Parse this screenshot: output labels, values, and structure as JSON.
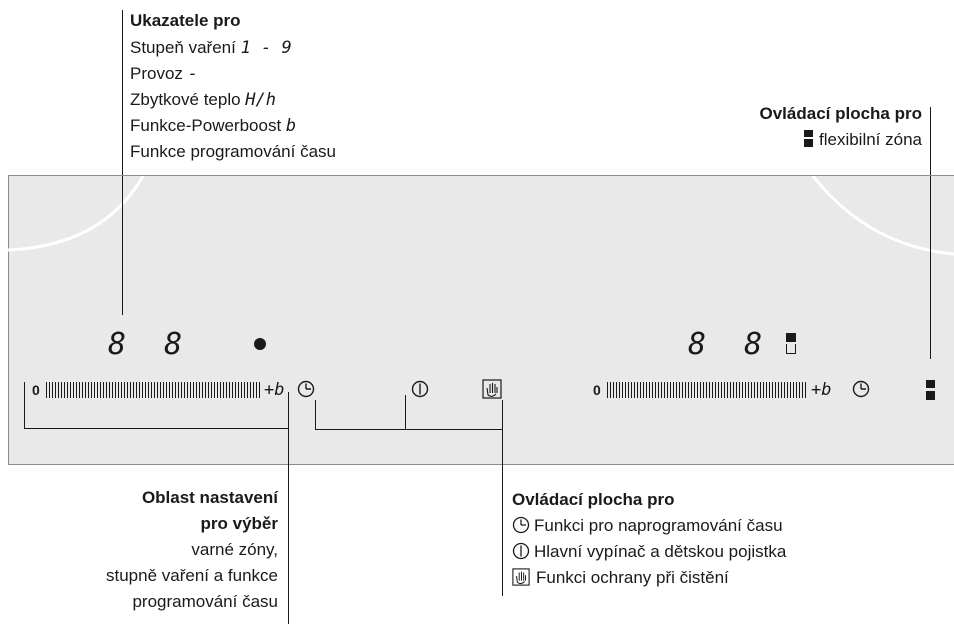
{
  "top_left_label": {
    "title": "Ukazatele pro",
    "lines": [
      {
        "text": "Stupeň vaření ",
        "code": "1 - 9"
      },
      {
        "text": "Provoz ",
        "code": "-"
      },
      {
        "text": "Zbytkové teplo ",
        "code": "H/h"
      },
      {
        "text": "Funkce-Powerboost ",
        "code": "b"
      },
      {
        "text": "Funkce programování času",
        "code": ""
      }
    ]
  },
  "top_right_label": {
    "title": "Ovládací plocha pro",
    "line": "flexibilní zóna"
  },
  "bottom_left_label": {
    "title_1": "Oblast nastavení",
    "title_2": "pro výběr",
    "lines": [
      "varné zóny,",
      "stupně vaření a funkce",
      "programování času"
    ]
  },
  "bottom_right_label": {
    "title": "Ovládací plocha pro",
    "items": [
      {
        "icon": "clock-icon",
        "text": "Funkci pro naprogramování času"
      },
      {
        "icon": "power-icon",
        "text": "Hlavní vypínač a dětskou pojistka"
      },
      {
        "icon": "hand-icon",
        "text": "Funkci ochrany při čistění"
      }
    ]
  },
  "panel": {
    "left_display": "8 8",
    "right_display": "8 8",
    "left_slider_zero": "0",
    "left_slider_plus": "+b",
    "right_slider_zero": "0",
    "right_slider_plus": "+b"
  }
}
